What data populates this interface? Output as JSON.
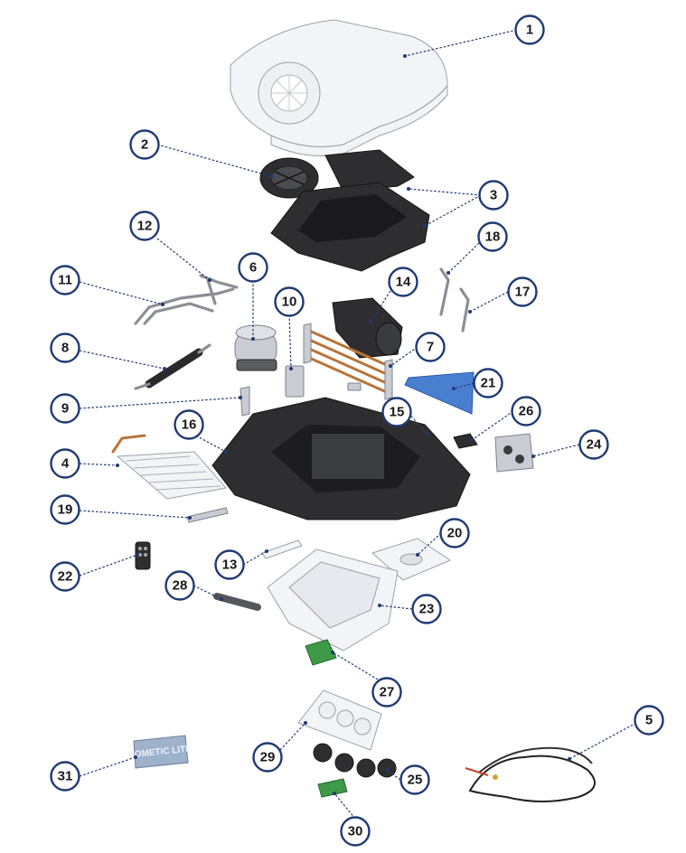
{
  "callouts": [
    {
      "id": "1"
    },
    {
      "id": "2"
    },
    {
      "id": "3"
    },
    {
      "id": "4"
    },
    {
      "id": "5"
    },
    {
      "id": "6"
    },
    {
      "id": "7"
    },
    {
      "id": "8"
    },
    {
      "id": "9"
    },
    {
      "id": "10"
    },
    {
      "id": "11"
    },
    {
      "id": "12"
    },
    {
      "id": "13"
    },
    {
      "id": "14"
    },
    {
      "id": "15"
    },
    {
      "id": "16"
    },
    {
      "id": "17"
    },
    {
      "id": "18"
    },
    {
      "id": "19"
    },
    {
      "id": "20"
    },
    {
      "id": "21"
    },
    {
      "id": "22"
    },
    {
      "id": "23"
    },
    {
      "id": "24"
    },
    {
      "id": "25"
    },
    {
      "id": "26"
    },
    {
      "id": "27"
    },
    {
      "id": "28"
    },
    {
      "id": "29"
    },
    {
      "id": "30"
    },
    {
      "id": "31"
    }
  ],
  "colors": {
    "callout_border": "#1f3a73",
    "leader_line": "#1f3a73",
    "background": "#ffffff"
  },
  "label_text": {
    "brand_logo": "DOMETIC LITE"
  }
}
